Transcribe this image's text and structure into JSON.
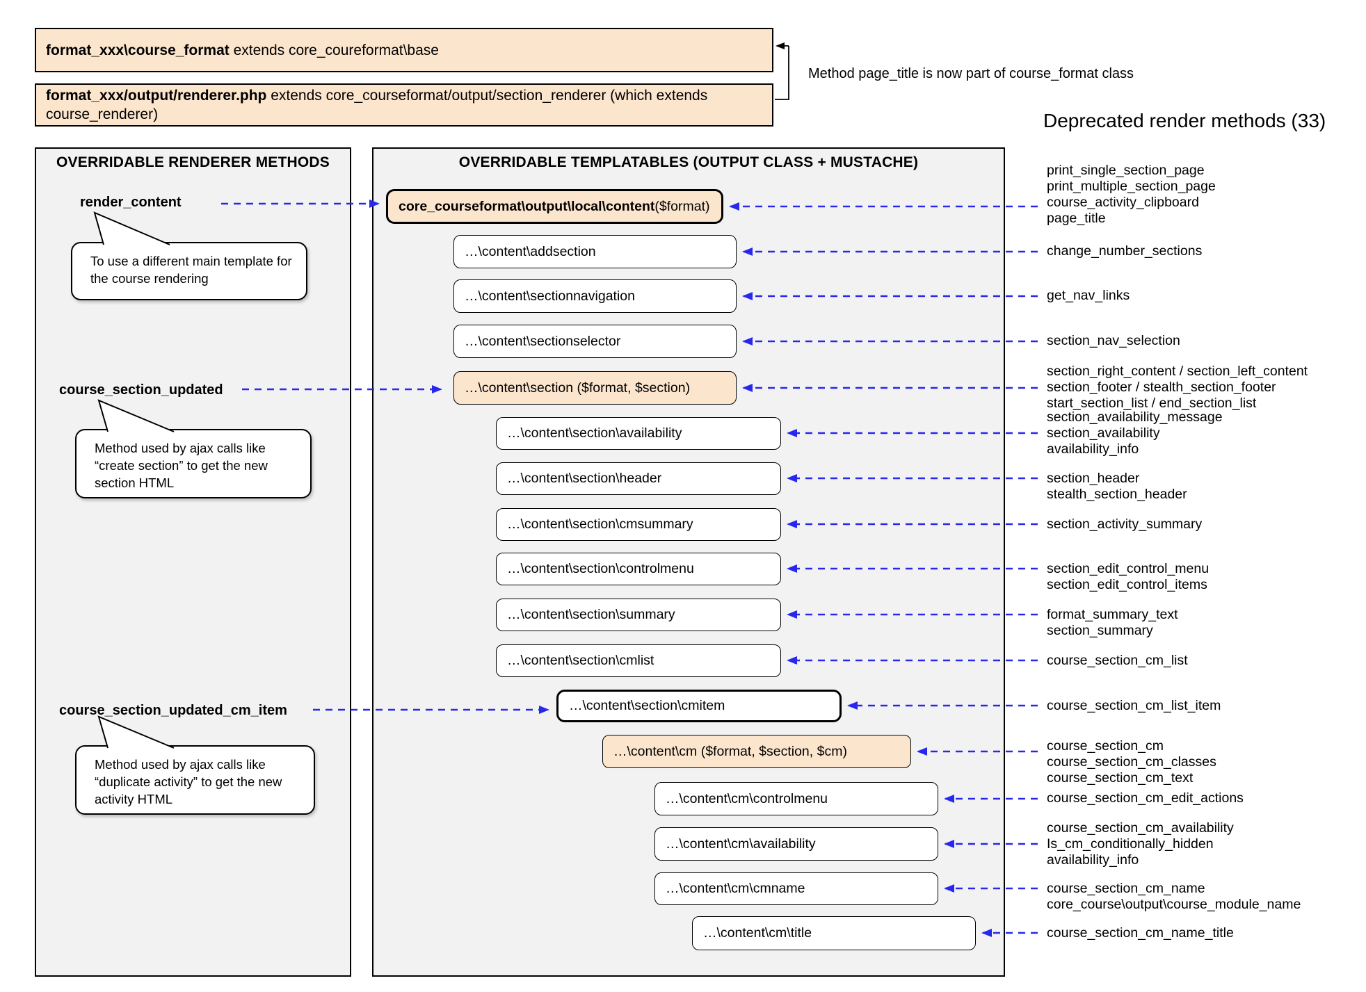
{
  "header": {
    "box1_bold": "format_xxx\\course_format",
    "box1_rest": " extends core_coureformat\\base",
    "box2_bold": "format_xxx/output/renderer.php",
    "box2_rest": " extends core_courseformat/output/section_renderer (which extends course_renderer)",
    "note": "Method page_title is now part of course_format class"
  },
  "left_panel": {
    "title": "OVERRIDABLE RENDERER METHODS",
    "methods": [
      {
        "label": "render_content",
        "bubble_lines": [
          "To use a different main template for",
          "the course rendering"
        ]
      },
      {
        "label": "course_section_updated",
        "bubble_lines": [
          "Method used by ajax calls like",
          "“create section” to get the new",
          "section HTML"
        ]
      },
      {
        "label": "course_section_updated_cm_item",
        "bubble_lines": [
          "Method used by ajax calls like",
          "“duplicate activity” to get the new",
          "activity HTML"
        ]
      }
    ]
  },
  "templatables": {
    "title": "OVERRIDABLE TEMPLATABLES (OUTPUT CLASS + MUSTACHE)",
    "boxes": [
      {
        "bold": "core_courseformat\\output\\local\\content",
        "rest": " ($format)"
      },
      {
        "bold": "",
        "rest": "…\\content\\addsection"
      },
      {
        "bold": "",
        "rest": "…\\content\\sectionnavigation"
      },
      {
        "bold": "",
        "rest": "…\\content\\sectionselector"
      },
      {
        "bold": "",
        "rest": "…\\content\\section ($format, $section)"
      },
      {
        "bold": "",
        "rest": "…\\content\\section\\availability"
      },
      {
        "bold": "",
        "rest": "…\\content\\section\\header"
      },
      {
        "bold": "",
        "rest": "…\\content\\section\\cmsummary"
      },
      {
        "bold": "",
        "rest": "…\\content\\section\\controlmenu"
      },
      {
        "bold": "",
        "rest": "…\\content\\section\\summary"
      },
      {
        "bold": "",
        "rest": "…\\content\\section\\cmlist"
      },
      {
        "bold": "",
        "rest": "…\\content\\section\\cmitem"
      },
      {
        "bold": "",
        "rest": "…\\content\\cm ($format, $section, $cm)"
      },
      {
        "bold": "",
        "rest": "…\\content\\cm\\controlmenu"
      },
      {
        "bold": "",
        "rest": "…\\content\\cm\\availability"
      },
      {
        "bold": "",
        "rest": "…\\content\\cm\\cmname"
      },
      {
        "bold": "",
        "rest": "…\\content\\cm\\title"
      }
    ]
  },
  "deprecated": {
    "title": "Deprecated render methods (33)",
    "groups": [
      [
        "print_single_section_page",
        "print_multiple_section_page",
        "course_activity_clipboard",
        "page_title"
      ],
      [
        "change_number_sections"
      ],
      [
        "get_nav_links"
      ],
      [
        "section_nav_selection"
      ],
      [
        "section_right_content / section_left_content",
        "section_footer / stealth_section_footer",
        "start_section_list / end_section_list"
      ],
      [
        "section_availability_message",
        "section_availability",
        "availability_info"
      ],
      [
        "section_header",
        "stealth_section_header"
      ],
      [
        "section_activity_summary"
      ],
      [
        "section_edit_control_menu",
        "section_edit_control_items"
      ],
      [
        "format_summary_text",
        "section_summary"
      ],
      [
        "course_section_cm_list"
      ],
      [
        "course_section_cm_list_item"
      ],
      [
        "course_section_cm",
        "course_section_cm_classes",
        "course_section_cm_text"
      ],
      [
        "course_section_cm_edit_actions"
      ],
      [
        "course_section_cm_availability",
        "Is_cm_conditionally_hidden",
        "availability_info"
      ],
      [
        "course_section_cm_name",
        "core_course\\output\\course_module_name"
      ],
      [
        "course_section_cm_name_title"
      ]
    ]
  },
  "colors": {
    "accent_orange": "#fce5cd",
    "arrow_blue": "#2727ee",
    "panel_gray": "#f2f2f2"
  }
}
